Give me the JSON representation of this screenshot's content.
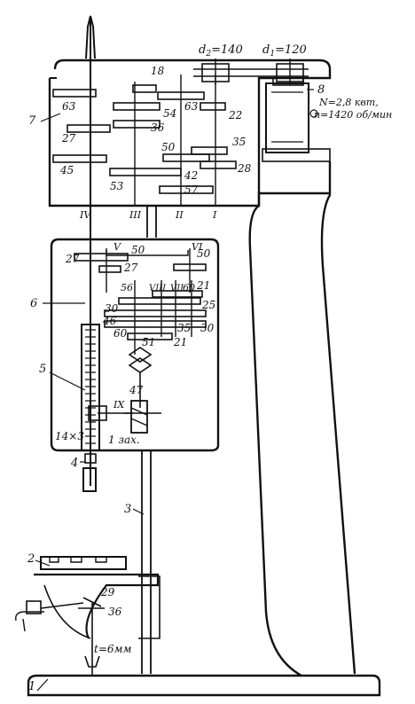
{
  "motor": {
    "d2": "d",
    "d2_sub": "2",
    "d2_val": "=140",
    "d1": "d",
    "d1_sub": "1",
    "d1_val": "=120",
    "power": "N=2,8 квт,",
    "speed": "n=1420 об/мин"
  },
  "parts": [
    "1",
    "2",
    "3",
    "4",
    "5",
    "6",
    "7",
    "8"
  ],
  "shafts": [
    "IV",
    "III",
    "II",
    "I",
    "V",
    "VI",
    "VIII",
    "VII",
    "IX"
  ],
  "speed_box_teeth": [
    "63",
    "27",
    "45",
    "18",
    "54",
    "36",
    "63",
    "53",
    "50",
    "42",
    "57",
    "22",
    "35",
    "28"
  ],
  "feed_box_teeth": [
    "27",
    "50",
    "27",
    "50",
    "56",
    "60",
    "21",
    "25",
    "30",
    "46",
    "35",
    "30",
    "60",
    "51",
    "21",
    "47"
  ],
  "feed_labels": {
    "rack": "14×3",
    "worm": "1 зах."
  },
  "table_teeth": [
    "29",
    "36"
  ],
  "screw_pitch": "t=6мм"
}
